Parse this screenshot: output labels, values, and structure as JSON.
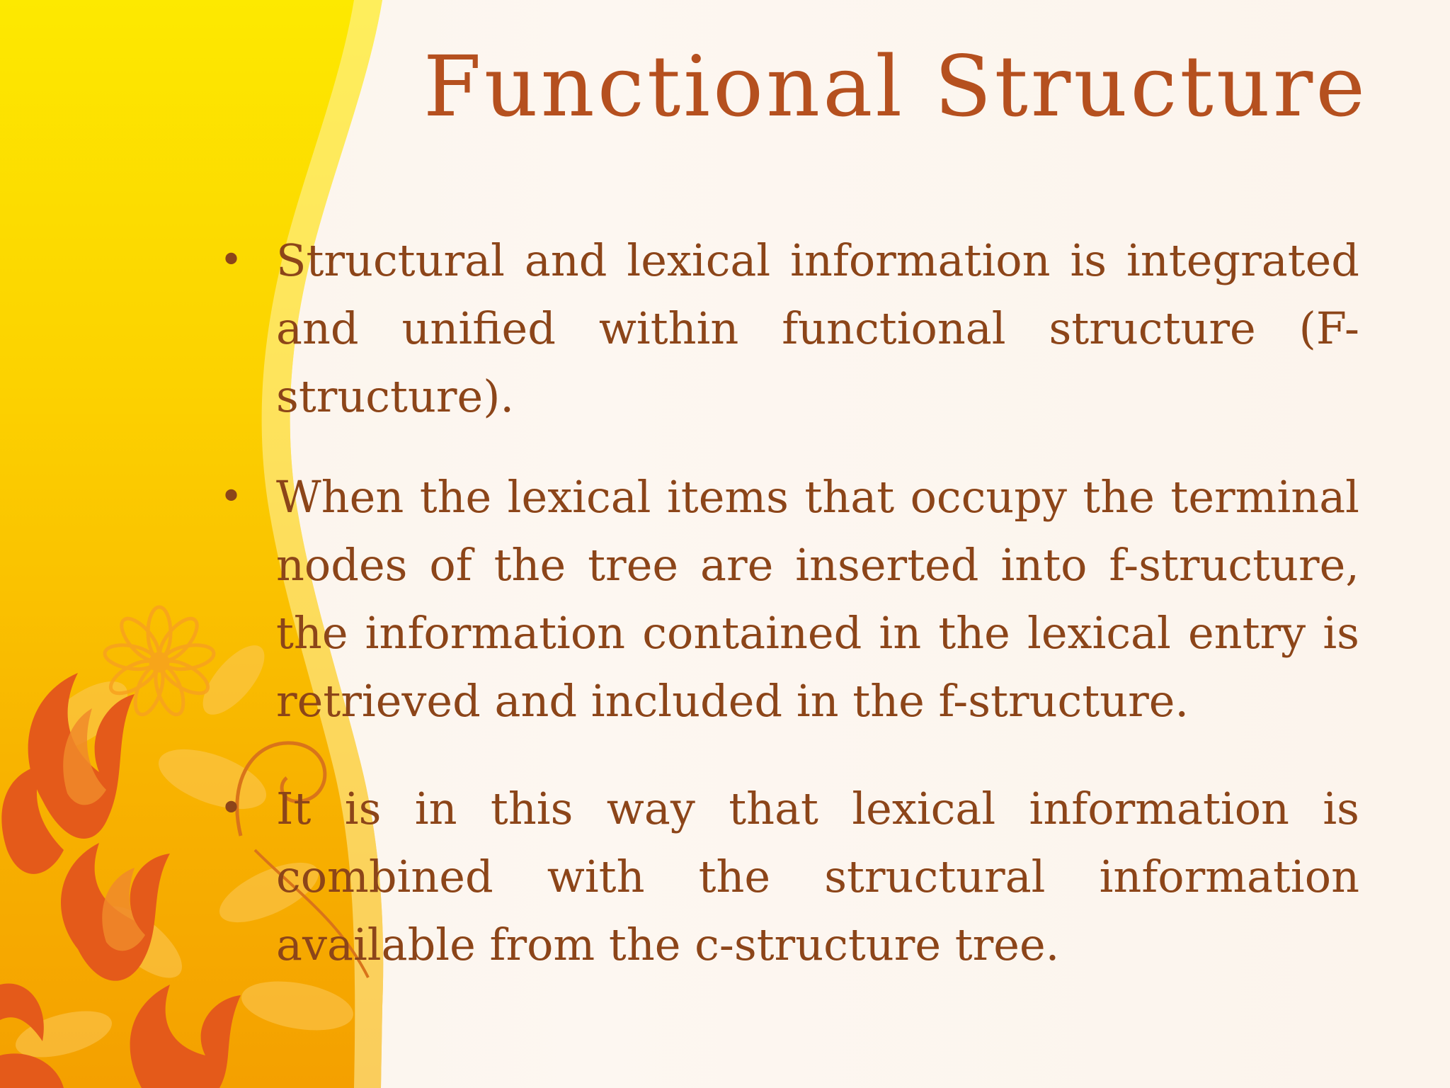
{
  "slide": {
    "title": "Functional Structure",
    "bullets": [
      "Structural and lexical information is integrated and unified within functional structure (F-structure).",
      "When the lexical items that occupy the terminal nodes of the tree are inserted into f-structure, the information contained in the lexical entry is retrieved and included in the f-structure.",
      " It is in this way that lexical information is combined with the structural information available from the c-structure tree."
    ]
  },
  "colors": {
    "title": "#b5501f",
    "text": "#8c4519",
    "background": "#fdf6ef",
    "band_top": "#fde800",
    "band_bottom": "#f5a300",
    "leaf_dark": "#e0561a",
    "leaf_light": "#f6b24a"
  }
}
